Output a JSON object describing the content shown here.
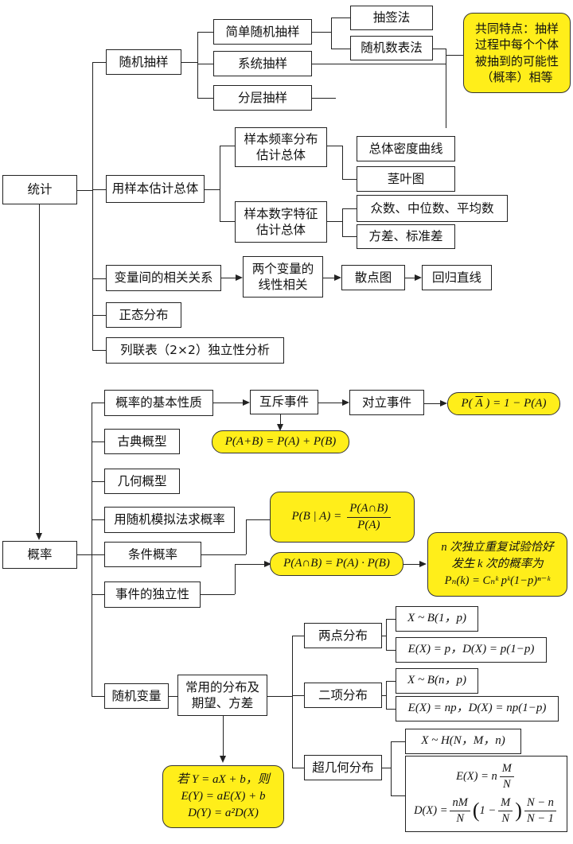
{
  "stats": {
    "root": "统计",
    "sampling": "随机抽样",
    "simple_random": "简单随机抽样",
    "lottery": "抽签法",
    "random_table": "随机数表法",
    "systematic": "系统抽样",
    "stratified": "分层抽样",
    "common_feature": [
      "共同特点：抽样",
      "过程中每个个体",
      "被抽到的可能性",
      "（概率）相等"
    ],
    "estimate": "用样本估计总体",
    "freq_dist": [
      "样本频率分布",
      "估计总体"
    ],
    "density_curve": "总体密度曲线",
    "stem_leaf": "茎叶图",
    "num_feature": [
      "样本数字特征",
      "估计总体"
    ],
    "mode_median_mean": "众数、中位数、平均数",
    "variance_std": "方差、标准差",
    "correlation": "变量间的相关关系",
    "linear_corr": [
      "两个变量的",
      "线性相关"
    ],
    "scatter": "散点图",
    "regression": "回归直线",
    "normal": "正态分布",
    "contingency": "列联表（2×2）独立性分析"
  },
  "prob": {
    "root": "概率",
    "basic_props": "概率的基本性质",
    "mutually_exclusive": "互斥事件",
    "complementary": "对立事件",
    "complement_formula": "P( A ) = 1 − P(A)",
    "complement_overbar": "A",
    "addition_formula": "P(A+B) = P(A) + P(B)",
    "classical": "古典概型",
    "geometric": "几何概型",
    "simulation": "用随机模拟法求概率",
    "conditional": "条件概率",
    "cond_lhs": "P(B | A) =",
    "cond_num": "P(A∩B)",
    "cond_den": "P(A)",
    "independence": "事件的独立性",
    "indep_formula": "P(A∩B) = P(A) · P(B)",
    "bernoulli": [
      "n 次独立重复试验恰好",
      "发生 k 次的概率为",
      "Pₙ(k) = Cₙᵏ pᵏ(1−p)ⁿ⁻ᵏ"
    ],
    "random_var": "随机变量",
    "common_dist": [
      "常用的分布及",
      "期望、方差"
    ],
    "two_point": "两点分布",
    "two_point_def": "X ~ B(1，p)",
    "two_point_ev": "E(X) = p，D(X) = p(1−p)",
    "binomial": "二项分布",
    "binomial_def": "X ~ B(n，p)",
    "binomial_ev": "E(X) = np，D(X) = np(1−p)",
    "hypergeo": "超几何分布",
    "hypergeo_def": "X ~ H(N，M，n)",
    "hypergeo_e_lhs": "E(X) = n",
    "hypergeo_e_num": "M",
    "hypergeo_e_den": "N",
    "hypergeo_d_lhs": "D(X) =",
    "hypergeo_d_f1_num": "nM",
    "hypergeo_d_f1_den": "N",
    "hypergeo_d_mid_a": "1 −",
    "hypergeo_d_f2_num": "M",
    "hypergeo_d_f2_den": "N",
    "hypergeo_d_f3_num": "N − n",
    "hypergeo_d_f3_den": "N − 1",
    "linear_transform": [
      "若 Y = aX + b，则",
      "E(Y) = aE(X) + b",
      "D(Y) = a²D(X)"
    ]
  }
}
